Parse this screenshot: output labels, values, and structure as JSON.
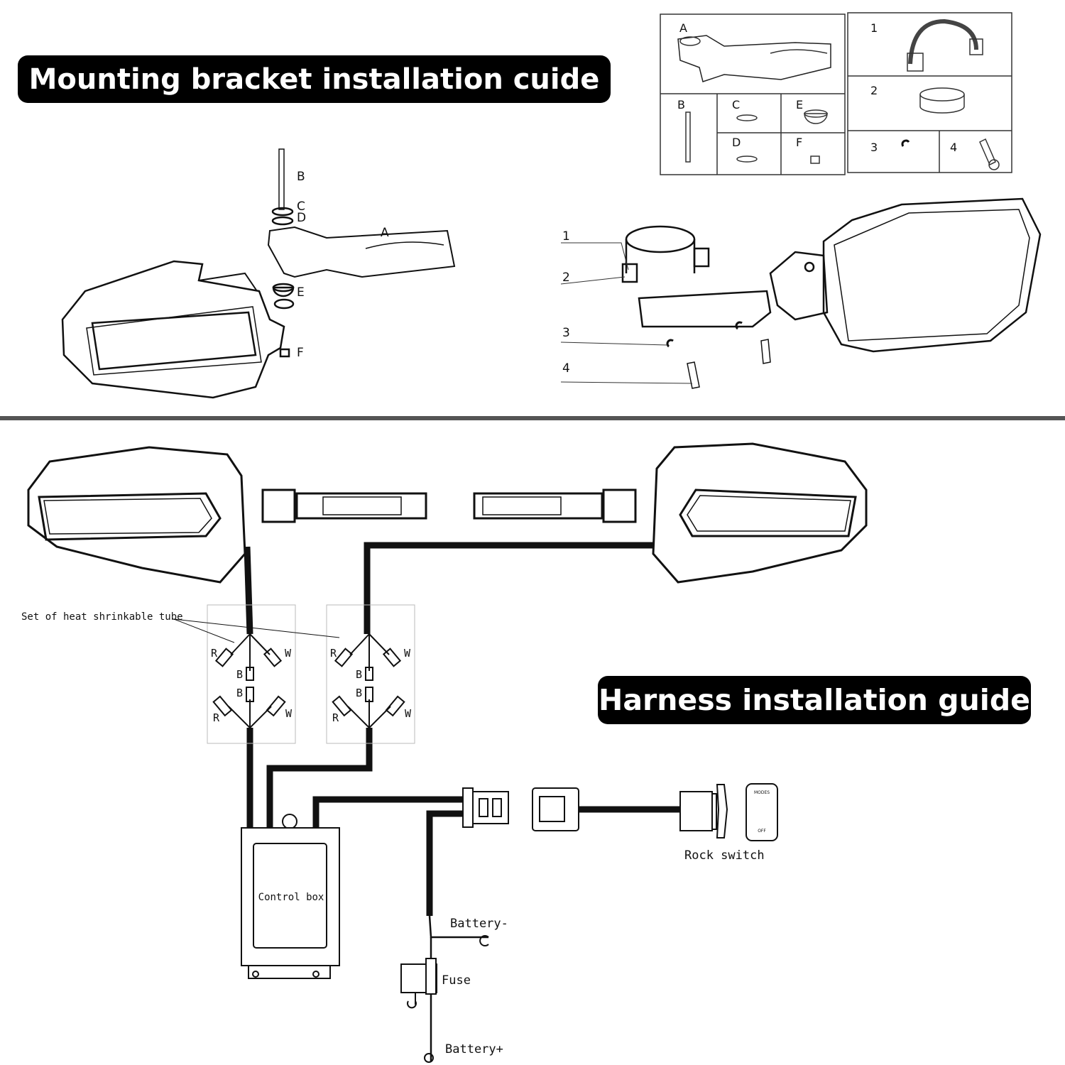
{
  "titles": {
    "mounting": "Mounting bracket installation cuide",
    "harness": "Harness installation guide"
  },
  "parts_box": {
    "bracket_parts": [
      "A",
      "B",
      "C",
      "D",
      "E",
      "F"
    ],
    "clamp_parts": [
      "1",
      "2",
      "3",
      "4"
    ]
  },
  "exploded_left": {
    "labels": [
      "B",
      "C",
      "D",
      "A",
      "E",
      "F"
    ]
  },
  "exploded_right": {
    "labels": [
      "1",
      "2",
      "3",
      "4"
    ]
  },
  "harness": {
    "tube_label": "Set of heat shrinkable tube",
    "wire_letters": {
      "r": "R",
      "b": "B",
      "w": "W"
    },
    "control_box": "Control box",
    "battery_neg": "Battery-",
    "fuse": "Fuse",
    "battery_pos": "Battery+",
    "rock_switch": "Rock switch",
    "switch_top": "MODES",
    "switch_bottom": "OFF"
  },
  "colors": {
    "pill": "#000000",
    "divider": "#555555",
    "line": "#111111"
  }
}
